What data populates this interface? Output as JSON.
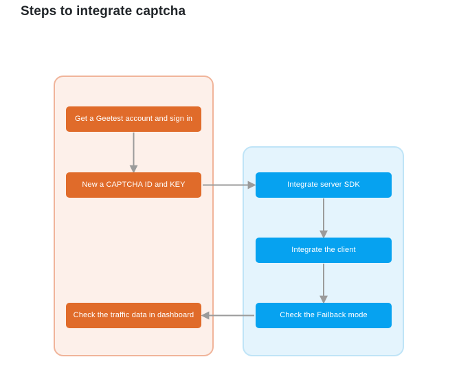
{
  "page": {
    "title": "Steps to integrate captcha",
    "background": "#ffffff"
  },
  "diagram": {
    "type": "flowchart",
    "groups": [
      {
        "id": "geetest-dashboard-group",
        "label": "",
        "fill": "#fdf0ea",
        "border": "#f0b49a"
      },
      {
        "id": "integration-group",
        "label": "",
        "fill": "#e4f4fd",
        "border": "#bfe4f7"
      }
    ],
    "nodes": [
      {
        "id": "get-account",
        "label": "Get a Geetest account and sign in",
        "group": "geetest-dashboard-group",
        "color": "#e06b2a"
      },
      {
        "id": "new-captcha-id",
        "label": "New a CAPTCHA ID and KEY",
        "group": "geetest-dashboard-group",
        "color": "#e06b2a"
      },
      {
        "id": "check-traffic",
        "label": "Check the traffic data in dashboard",
        "group": "geetest-dashboard-group",
        "color": "#e06b2a"
      },
      {
        "id": "integrate-server-sdk",
        "label": "Integrate server SDK",
        "group": "integration-group",
        "color": "#06a2f0"
      },
      {
        "id": "integrate-client",
        "label": "Integrate the client",
        "group": "integration-group",
        "color": "#06a2f0"
      },
      {
        "id": "check-failback",
        "label": "Check the Failback mode",
        "group": "integration-group",
        "color": "#06a2f0"
      }
    ],
    "edges": [
      {
        "id": "edge-account-to-key",
        "from": "get-account",
        "to": "new-captcha-id",
        "direction": "down"
      },
      {
        "id": "edge-key-to-server",
        "from": "new-captcha-id",
        "to": "integrate-server-sdk",
        "direction": "right"
      },
      {
        "id": "edge-server-to-client",
        "from": "integrate-server-sdk",
        "to": "integrate-client",
        "direction": "down"
      },
      {
        "id": "edge-client-to-failback",
        "from": "integrate-client",
        "to": "check-failback",
        "direction": "down"
      },
      {
        "id": "edge-failback-to-traffic",
        "from": "check-failback",
        "to": "check-traffic",
        "direction": "left"
      }
    ],
    "arrow_color": "#9b9b9b"
  }
}
